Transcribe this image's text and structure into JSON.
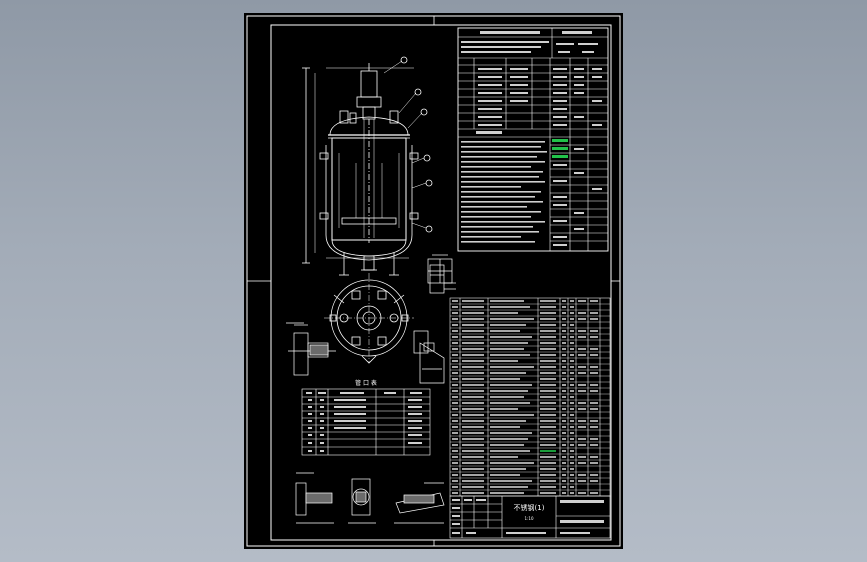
{
  "viewer": {
    "background_top": "#8f99a6",
    "background_bottom": "#b4bcc7",
    "sheet_color": "#000000"
  },
  "drawing": {
    "line_color": "#ffffff",
    "highlight_color": "#22c24a",
    "nozzle_table_title": "管 口 表",
    "title_block_name": "不锈钢(1)",
    "title_block_scale": "1:10"
  }
}
